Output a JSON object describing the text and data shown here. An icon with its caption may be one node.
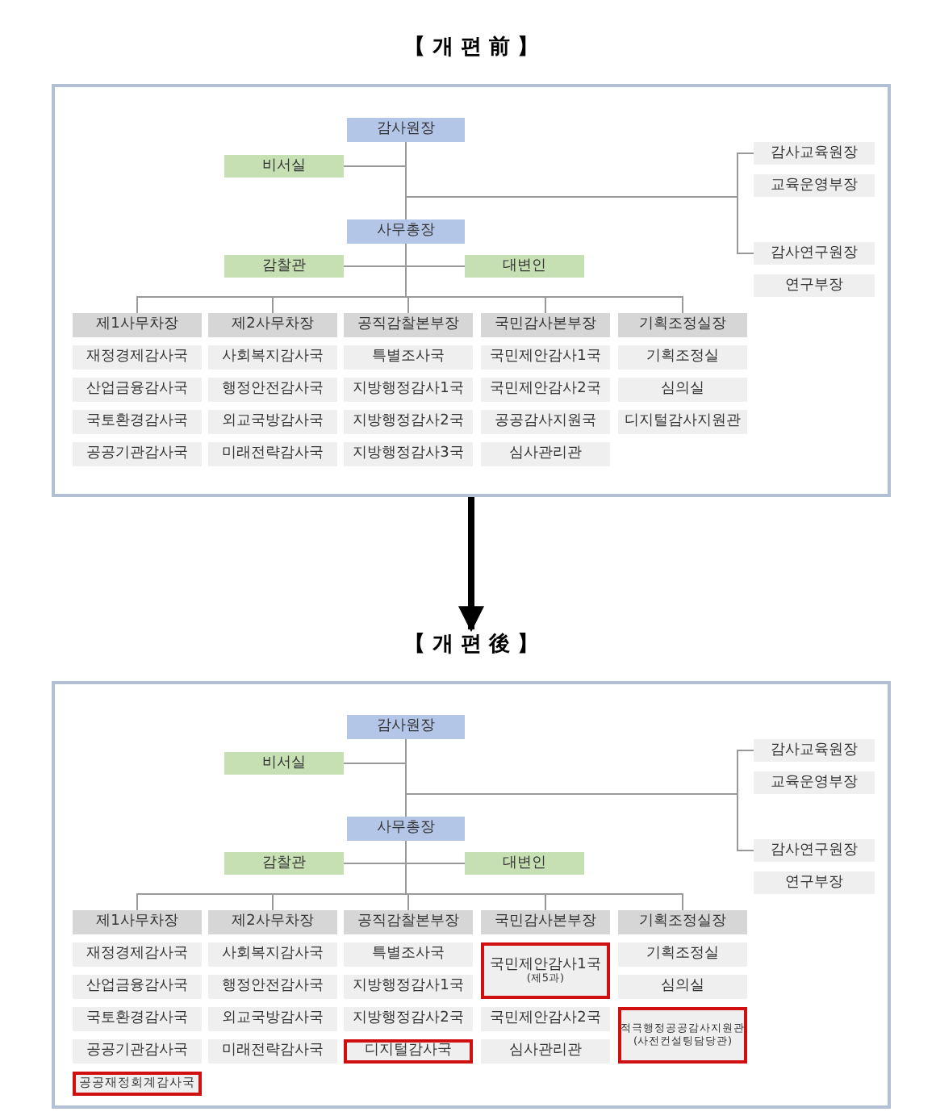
{
  "diagram": {
    "nodes": [
      {
        "text": [
          "【 개 편 前 】"
        ]
      },
      {
        "text": [
          "감사원장"
        ],
        "in": 0
      },
      {
        "text": [
          "비서실"
        ],
        "in": 0
      },
      {
        "text": [
          "감사교육원장"
        ],
        "in": 0
      },
      {
        "text": [
          "교육운영부장"
        ],
        "in": 0
      },
      {
        "text": [
          "사무총장"
        ],
        "in": 0
      },
      {
        "text": [
          "감찰관"
        ],
        "in": 0
      },
      {
        "text": [
          "대변인"
        ],
        "in": 0
      },
      {
        "text": [
          "감사연구원장"
        ],
        "in": 0
      },
      {
        "text": [
          "연구부장"
        ],
        "in": 0
      },
      {
        "text": [
          "제1사무차장"
        ],
        "in": 0
      },
      {
        "text": [
          "제2사무차장"
        ],
        "in": 0
      },
      {
        "text": [
          "공직감찰본부장"
        ],
        "in": 0
      },
      {
        "text": [
          "국민감사본부장"
        ],
        "in": 0
      },
      {
        "text": [
          "기획조정실장"
        ],
        "in": 0
      },
      {
        "text": [
          "재정경제감사국"
        ],
        "in": 0
      },
      {
        "text": [
          "사회복지감사국"
        ],
        "in": 0
      },
      {
        "text": [
          "특별조사국"
        ],
        "in": 0
      },
      {
        "text": [
          "국민제안감사1국"
        ],
        "in": 0
      },
      {
        "text": [
          "기획조정실"
        ],
        "in": 0
      },
      {
        "text": [
          "산업금융감사국"
        ],
        "in": 0
      },
      {
        "text": [
          "행정안전감사국"
        ],
        "in": 0
      },
      {
        "text": [
          "지방행정감사1국"
        ],
        "in": 0
      },
      {
        "text": [
          "국민제안감사2국"
        ],
        "in": 0
      },
      {
        "text": [
          "심의실"
        ],
        "in": 0
      },
      {
        "text": [
          "국토환경감사국"
        ],
        "in": 0
      },
      {
        "text": [
          "외교국방감사국"
        ],
        "in": 0
      },
      {
        "text": [
          "지방행정감사2국"
        ],
        "in": 0
      },
      {
        "text": [
          "공공감사지원국"
        ],
        "in": 0
      },
      {
        "text": [
          "디지털감사지원관"
        ],
        "in": 0
      },
      {
        "text": [
          "공공기관감사국"
        ],
        "in": 0
      },
      {
        "text": [
          "미래전략감사국"
        ],
        "in": 0
      },
      {
        "text": [
          "지방행정감사3국"
        ],
        "in": 0
      },
      {
        "text": [
          "심사관리관"
        ],
        "in": 0
      },
      {
        "text": [
          "【 개 편 後 】"
        ]
      },
      {
        "text": [
          "감사원장"
        ],
        "in": 34
      },
      {
        "text": [
          "비서실"
        ],
        "in": 34
      },
      {
        "text": [
          "감사교육원장"
        ],
        "in": 34
      },
      {
        "text": [
          "교육운영부장"
        ],
        "in": 34
      },
      {
        "text": [
          "사무총장"
        ],
        "in": 34
      },
      {
        "text": [
          "감찰관"
        ],
        "in": 34
      },
      {
        "text": [
          "대변인"
        ],
        "in": 34
      },
      {
        "text": [
          "감사연구원장"
        ],
        "in": 34
      },
      {
        "text": [
          "연구부장"
        ],
        "in": 34
      },
      {
        "text": [
          "제1사무차장"
        ],
        "in": 34
      },
      {
        "text": [
          "제2사무차장"
        ],
        "in": 34
      },
      {
        "text": [
          "공직감찰본부장"
        ],
        "in": 34
      },
      {
        "text": [
          "국민감사본부장"
        ],
        "in": 34
      },
      {
        "text": [
          "기획조정실장"
        ],
        "in": 34
      },
      {
        "text": [
          "재정경제감사국"
        ],
        "in": 34
      },
      {
        "text": [
          "사회복지감사국"
        ],
        "in": 34
      },
      {
        "text": [
          "특별조사국"
        ],
        "in": 34
      },
      {
        "text": [
          "국민제안감사1국",
          "(제5과)"
        ],
        "in": 34
      },
      {
        "text": [
          "기획조정실"
        ],
        "in": 34
      },
      {
        "text": [
          "산업금융감사국"
        ],
        "in": 34
      },
      {
        "text": [
          "행정안전감사국"
        ],
        "in": 34
      },
      {
        "text": [
          "지방행정감사1국"
        ],
        "in": 34
      },
      {
        "text": [
          "심의실"
        ],
        "in": 34
      },
      {
        "text": [
          "국토환경감사국"
        ],
        "in": 34
      },
      {
        "text": [
          "외교국방감사국"
        ],
        "in": 34
      },
      {
        "text": [
          "지방행정감사2국"
        ],
        "in": 34
      },
      {
        "text": [
          "국민제안감사2국"
        ],
        "in": 34
      },
      {
        "text": [
          "적극행정공공감사지원관",
          "(사전컨설팅담당관)"
        ],
        "in": 34
      },
      {
        "text": [
          "공공기관감사국"
        ],
        "in": 34
      },
      {
        "text": [
          "미래전략감사국"
        ],
        "in": 34
      },
      {
        "text": [
          "디지털감사국"
        ],
        "in": 34
      },
      {
        "text": [
          "심사관리관"
        ],
        "in": 34
      },
      {
        "text": [
          "공공재정회계감사국"
        ],
        "in": 34
      }
    ],
    "edges": [
      {
        "from": 1,
        "to": 2,
        "arrow": "none"
      },
      {
        "from": 1,
        "to": 5,
        "arrow": "none"
      },
      {
        "from": 1,
        "to": 3,
        "arrow": "none"
      },
      {
        "from": 1,
        "to": 8,
        "arrow": "none"
      },
      {
        "from": 5,
        "to": 6,
        "arrow": "none"
      },
      {
        "from": 5,
        "to": 7,
        "arrow": "none"
      },
      {
        "from": 5,
        "to": 10,
        "arrow": "none"
      },
      {
        "from": 5,
        "to": 11,
        "arrow": "none"
      },
      {
        "from": 5,
        "to": 12,
        "arrow": "none"
      },
      {
        "from": 5,
        "to": 13,
        "arrow": "none"
      },
      {
        "from": 5,
        "to": 14,
        "arrow": "none"
      },
      {
        "from": 0,
        "to": 34,
        "arrow": "to",
        "style": "thick",
        "color": "#000000"
      },
      {
        "from": 35,
        "to": 36,
        "arrow": "none"
      },
      {
        "from": 35,
        "to": 39,
        "arrow": "none"
      },
      {
        "from": 35,
        "to": 37,
        "arrow": "none"
      },
      {
        "from": 35,
        "to": 42,
        "arrow": "none"
      },
      {
        "from": 39,
        "to": 40,
        "arrow": "none"
      },
      {
        "from": 39,
        "to": 41,
        "arrow": "none"
      },
      {
        "from": 39,
        "to": 44,
        "arrow": "none"
      },
      {
        "from": 39,
        "to": 45,
        "arrow": "none"
      },
      {
        "from": 39,
        "to": 46,
        "arrow": "none"
      },
      {
        "from": 39,
        "to": 47,
        "arrow": "none"
      },
      {
        "from": 39,
        "to": 48,
        "arrow": "none"
      }
    ]
  }
}
